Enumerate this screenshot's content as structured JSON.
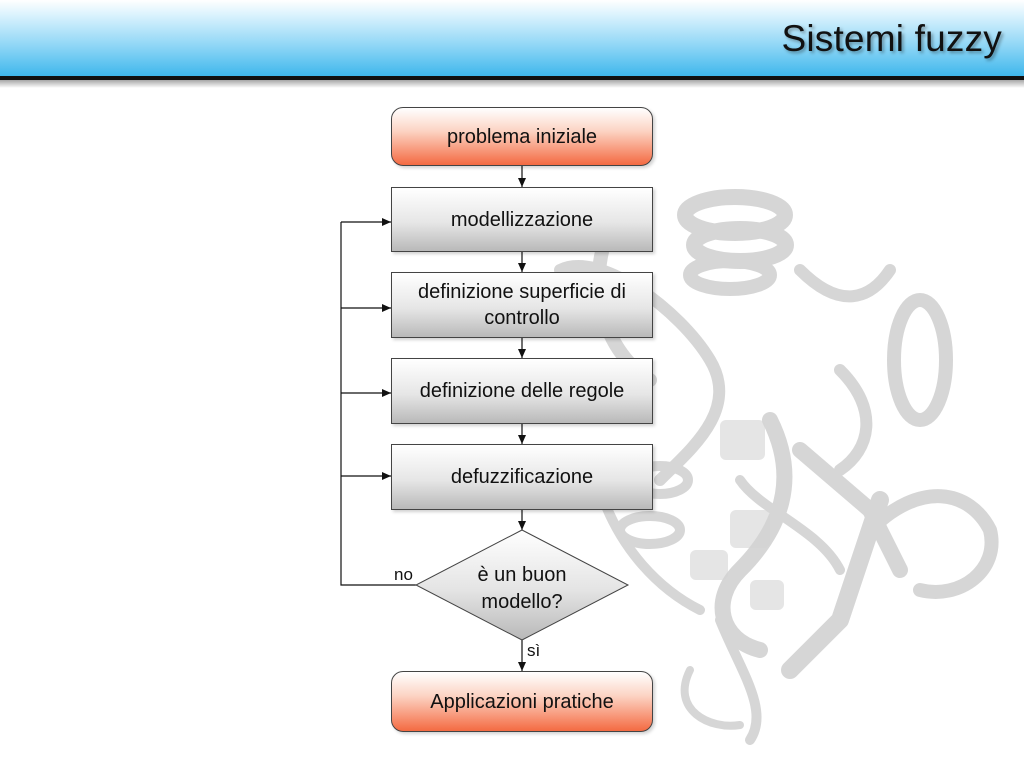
{
  "header": {
    "title": "Sistemi fuzzy"
  },
  "flowchart": {
    "start": "problema iniziale",
    "steps": [
      "modellizzazione",
      "definizione superficie di controllo",
      "definizione delle regole",
      "defuzzificazione"
    ],
    "decision": "è un buon modello?",
    "no_label": "no",
    "yes_label": "sì",
    "end": "Applicazioni pratiche"
  },
  "colors": {
    "header_blue": "#3fb7ec",
    "start_end_fill": "#f46a42",
    "step_fill": "#e6e6e6"
  }
}
